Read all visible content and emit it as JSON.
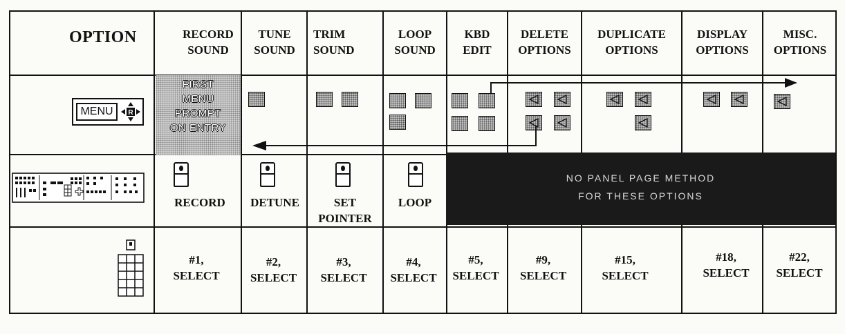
{
  "header": {
    "option_label": "OPTION",
    "columns": [
      {
        "line1": "RECORD",
        "line2": "SOUND"
      },
      {
        "line1": "TUNE",
        "line2": "SOUND"
      },
      {
        "line1": "TRIM",
        "line2": "SOUND"
      },
      {
        "line1": "LOOP",
        "line2": "SOUND"
      },
      {
        "line1": "KBD",
        "line2": "EDIT"
      },
      {
        "line1": "DELETE",
        "line2": "OPTIONS"
      },
      {
        "line1": "DUPLICATE",
        "line2": "OPTIONS"
      },
      {
        "line1": "DISPLAY",
        "line2": "OPTIONS"
      },
      {
        "line1": "MISC.",
        "line2": "OPTIONS"
      }
    ]
  },
  "menu_row": {
    "menu_key_label": "MENU",
    "first_prompt": [
      "FIRST",
      "MENU",
      "PROMPT",
      "ON ENTRY"
    ]
  },
  "panel_row": {
    "record": "RECORD",
    "tune": "DETUNE",
    "trim": [
      "SET",
      "POINTER"
    ],
    "loop": "LOOP",
    "no_panel": [
      "NO PANEL PAGE METHOD",
      "FOR THESE OPTIONS"
    ]
  },
  "keypad_row": [
    {
      "num": "#1,",
      "action": "SELECT"
    },
    {
      "num": "#2,",
      "action": "SELECT"
    },
    {
      "num": "#3,",
      "action": "SELECT"
    },
    {
      "num": "#4,",
      "action": "SELECT"
    },
    {
      "num": "#5,",
      "action": "SELECT"
    },
    {
      "num": "#9,",
      "action": "SELECT"
    },
    {
      "num": "#15,",
      "action": "SELECT"
    },
    {
      "num": "#18,",
      "action": "SELECT"
    },
    {
      "num": "#22,",
      "action": "SELECT"
    }
  ]
}
